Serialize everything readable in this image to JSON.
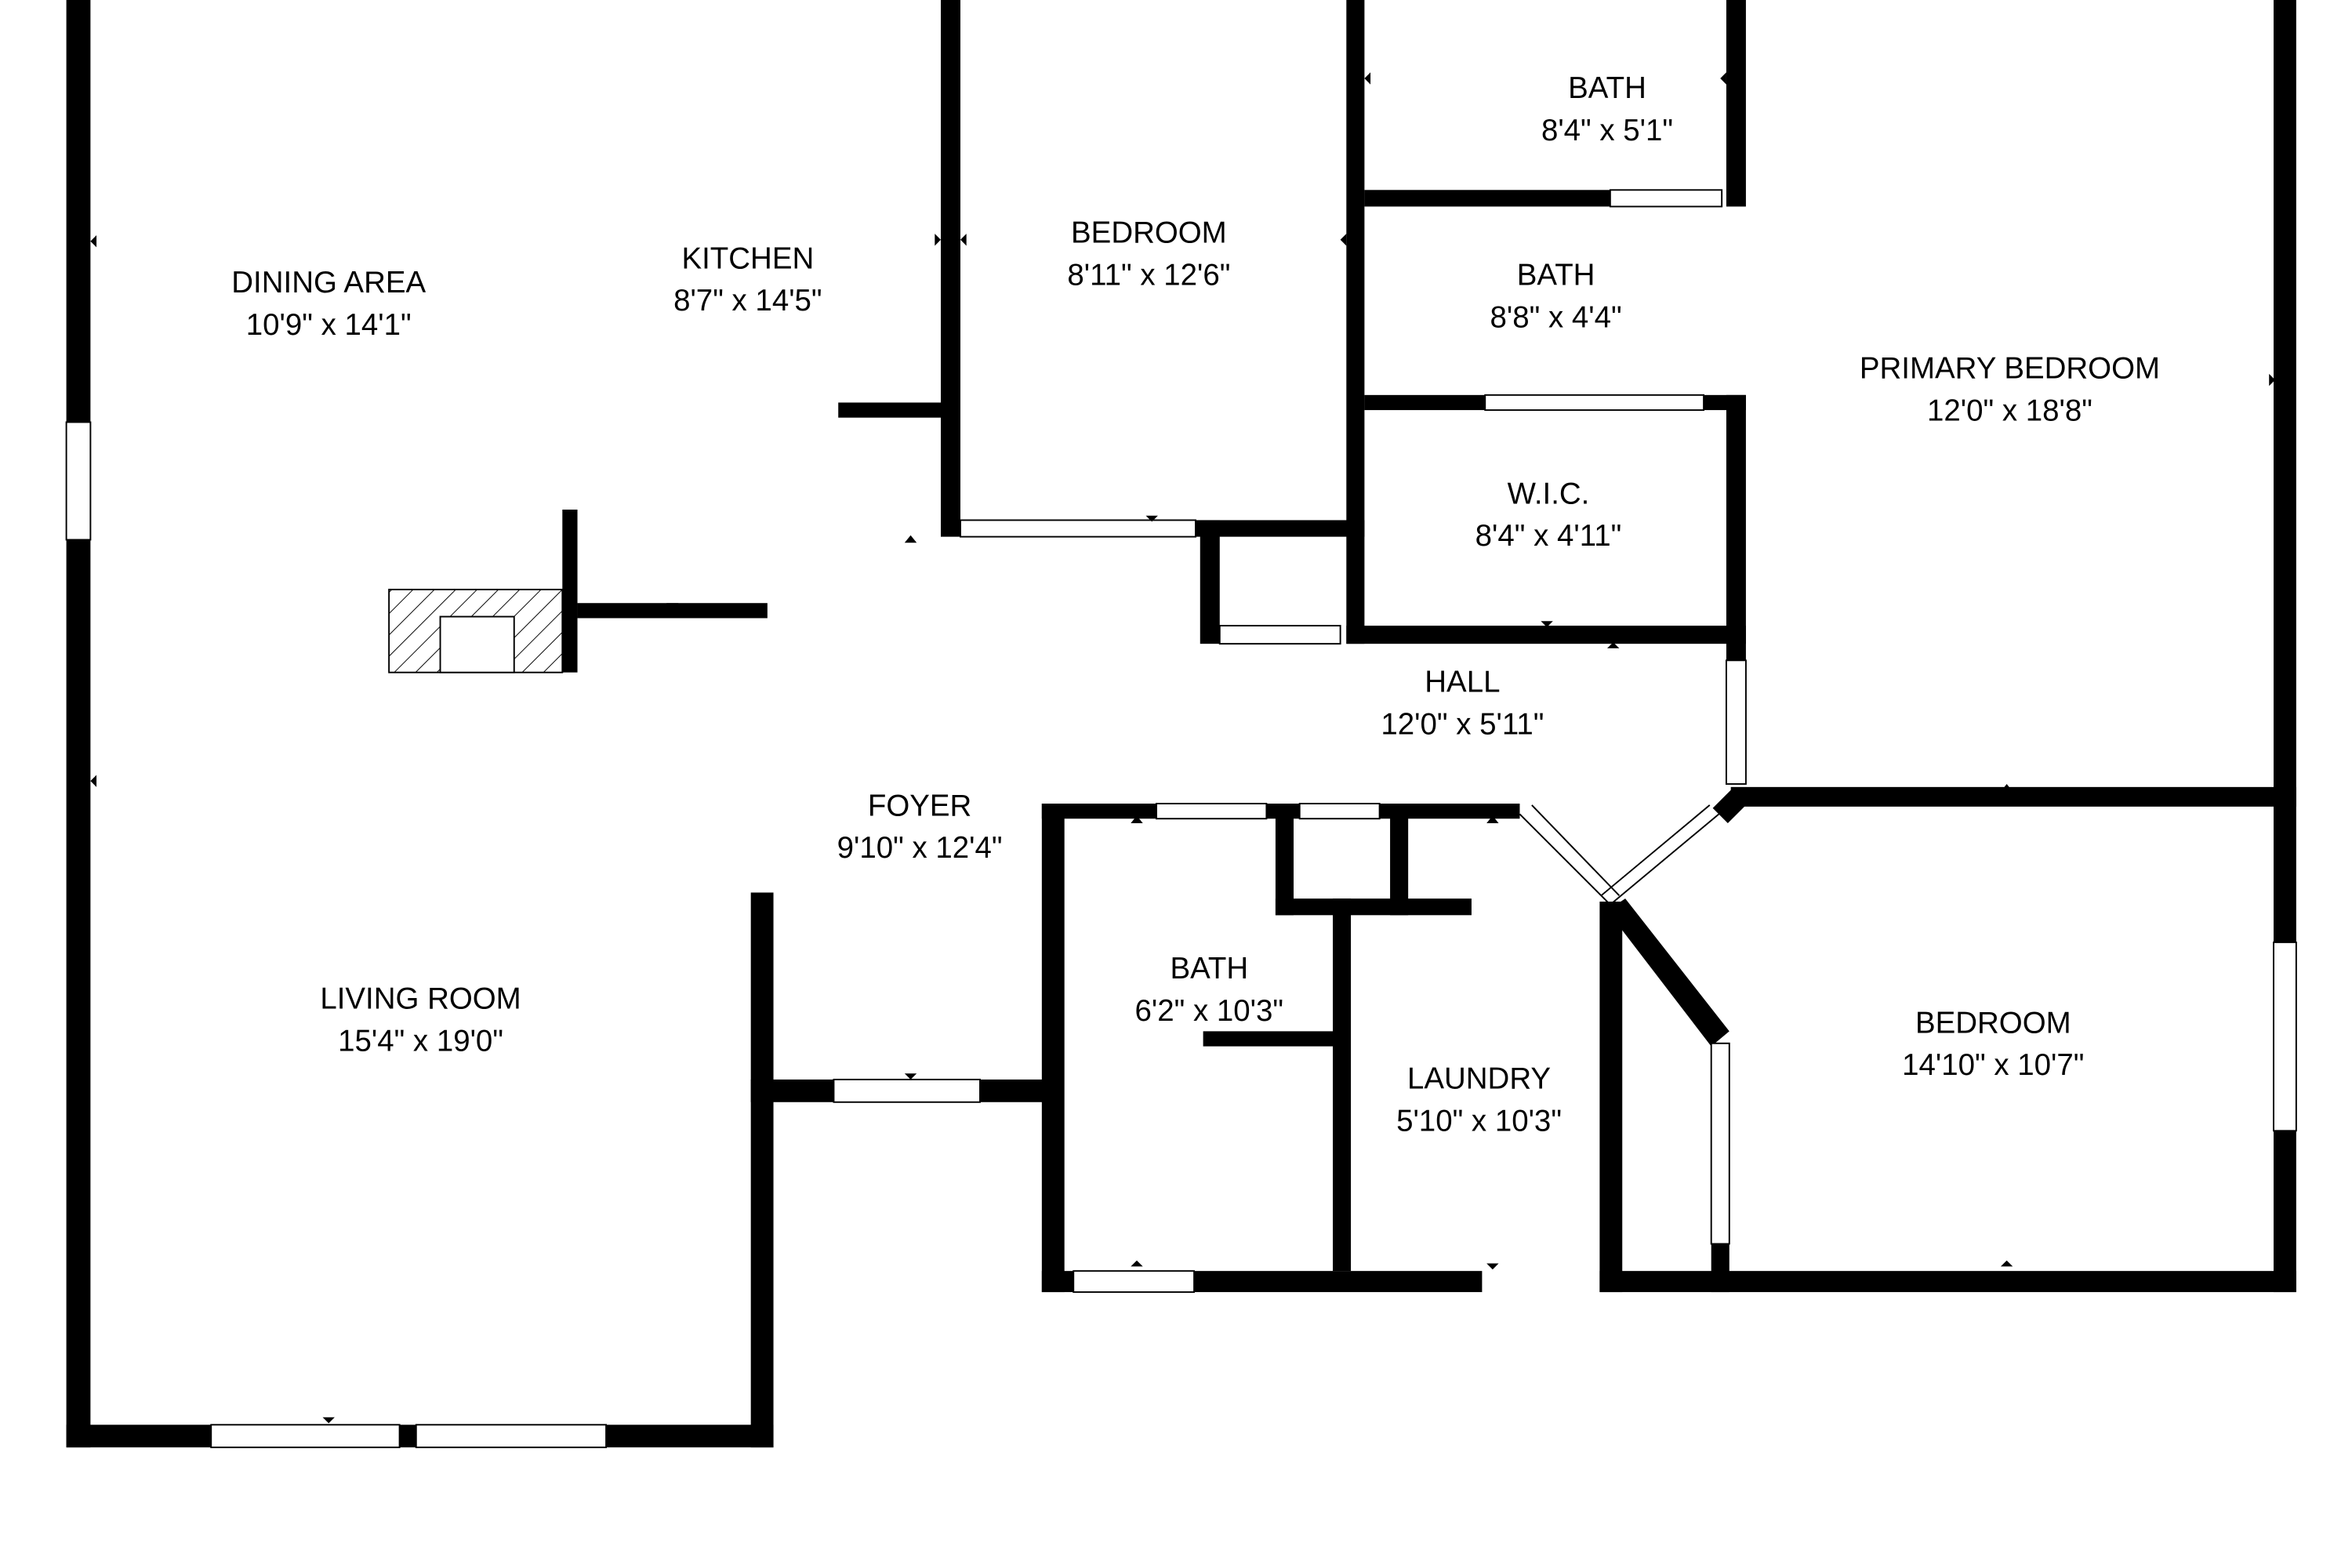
{
  "rooms": [
    {
      "name": "DINING AREA",
      "size": "10'9\" x 14'1\""
    },
    {
      "name": "KITCHEN",
      "size": "8'7\" x 14'5\""
    },
    {
      "name": "BEDROOM",
      "size": "8'11\" x 12'6\""
    },
    {
      "name": "BATH",
      "size": "8'4\" x 5'1\""
    },
    {
      "name": "BATH",
      "size": "8'8\" x 4'4\""
    },
    {
      "name": "PRIMARY BEDROOM",
      "size": "12'0\" x 18'8\""
    },
    {
      "name": "W.I.C.",
      "size": "8'4\" x 4'11\""
    },
    {
      "name": "HALL",
      "size": "12'0\" x 5'11\""
    },
    {
      "name": "FOYER",
      "size": "9'10\" x 12'4\""
    },
    {
      "name": "LIVING ROOM",
      "size": "15'4\" x 19'0\""
    },
    {
      "name": "BATH",
      "size": "6'2\" x 10'3\""
    },
    {
      "name": "LAUNDRY",
      "size": "5'10\" x 10'3\""
    },
    {
      "name": "BEDROOM",
      "size": "14'10\" x 10'7\""
    }
  ]
}
